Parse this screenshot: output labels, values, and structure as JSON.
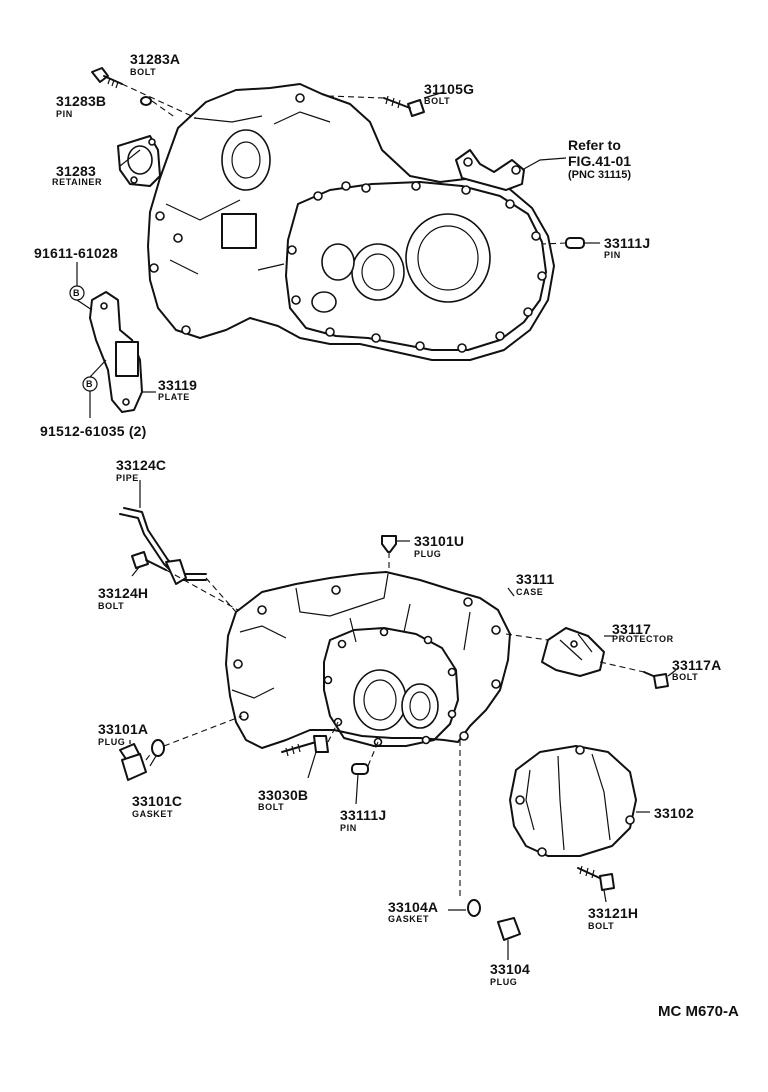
{
  "parts": [
    {
      "id": "p31283a",
      "number": "31283A",
      "name": "BOLT"
    },
    {
      "id": "p31283b",
      "number": "31283B",
      "name": "PIN"
    },
    {
      "id": "p31283",
      "number": "31283",
      "name": "RETAINER"
    },
    {
      "id": "p31105g",
      "number": "31105G",
      "name": "BOLT"
    },
    {
      "id": "p33111j_a",
      "number": "33111J",
      "name": "PIN"
    },
    {
      "id": "p91611",
      "number": "91611-61028",
      "name": ""
    },
    {
      "id": "p33119",
      "number": "33119",
      "name": "PLATE"
    },
    {
      "id": "p91512",
      "number": "91512-61035 (2)",
      "name": ""
    },
    {
      "id": "p33124c",
      "number": "33124C",
      "name": "PIPE"
    },
    {
      "id": "p33124h",
      "number": "33124H",
      "name": "BOLT"
    },
    {
      "id": "p33101u",
      "number": "33101U",
      "name": "PLUG"
    },
    {
      "id": "p33111",
      "number": "33111",
      "name": "CASE"
    },
    {
      "id": "p33117",
      "number": "33117",
      "name": "PROTECTOR"
    },
    {
      "id": "p33117a",
      "number": "33117A",
      "name": "BOLT"
    },
    {
      "id": "p33101a",
      "number": "33101A",
      "name": "PLUG"
    },
    {
      "id": "p33101c",
      "number": "33101C",
      "name": "GASKET"
    },
    {
      "id": "p33030b",
      "number": "33030B",
      "name": "BOLT"
    },
    {
      "id": "p33111j_b",
      "number": "33111J",
      "name": "PIN"
    },
    {
      "id": "p33102",
      "number": "33102",
      "name": ""
    },
    {
      "id": "p33121h",
      "number": "33121H",
      "name": "BOLT"
    },
    {
      "id": "p33104a",
      "number": "33104A",
      "name": "GASKET"
    },
    {
      "id": "p33104",
      "number": "33104",
      "name": "PLUG"
    }
  ],
  "reference": {
    "line1": "Refer to",
    "line2": "FIG.41-01",
    "line3": "(PNC 31115)"
  },
  "callout_markers": {
    "upper": "B",
    "lower": "B"
  },
  "figure_code": "MC M670-A"
}
